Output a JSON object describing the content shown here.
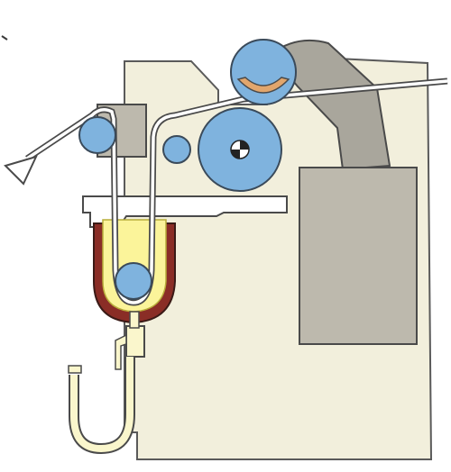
{
  "diagram": {
    "kind": "machine-schematic",
    "labels": [],
    "colors": {
      "background": "#ffffff",
      "frame_fill": "#f2efdc",
      "frame_stroke": "#5a5a5a",
      "housing_gray": "#bdb9ad",
      "arm_gray": "#a9a69c",
      "roller_blue": "#7fb3de",
      "roller_blue_dark": "#4f86bd",
      "bowl_brown": "#8a2d26",
      "liquid_yellow": "#fbf49a",
      "tube_cream": "#faf6cc",
      "paper_line": "#ffffff",
      "orange_pad": "#e2a66c",
      "ink": "#3a3a3a"
    },
    "components": [
      {
        "name": "machine-frame"
      },
      {
        "name": "top-press-roller"
      },
      {
        "name": "main-drum-roller"
      },
      {
        "name": "small-guide-roller"
      },
      {
        "name": "left-guide-roller"
      },
      {
        "name": "dip-roller"
      },
      {
        "name": "coating-bath"
      },
      {
        "name": "drain-pipe"
      },
      {
        "name": "paper-web"
      },
      {
        "name": "cabinet-box"
      },
      {
        "name": "feed-funnel"
      }
    ]
  }
}
